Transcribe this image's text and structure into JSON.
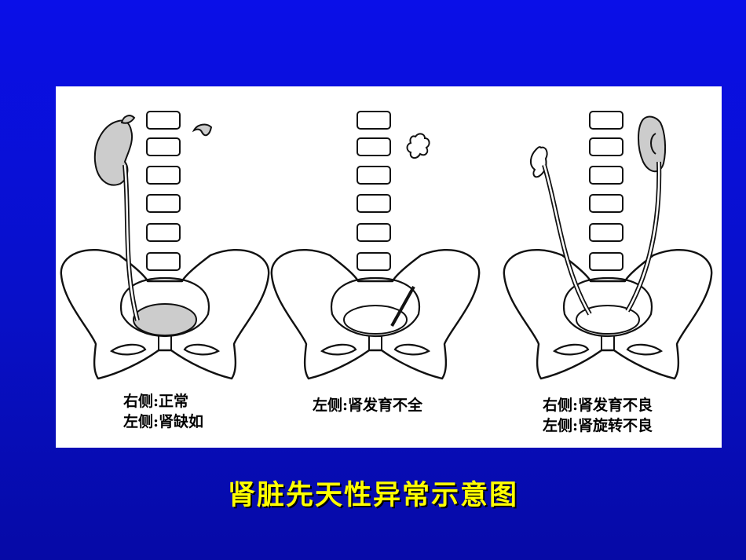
{
  "title": "肾脏先天性异常示意图",
  "panels": [
    {
      "id": "p1",
      "lines": [
        "右侧:正常",
        "左侧:肾缺如"
      ]
    },
    {
      "id": "p2",
      "lines": [
        "左侧:肾发育不全"
      ]
    },
    {
      "id": "p3",
      "lines": [
        "右侧:肾发育不良",
        "左侧:肾旋转不良"
      ]
    }
  ],
  "colors": {
    "background": "#0a0fe8",
    "title": "#ffff00",
    "kidney_fill": "#cccccc"
  }
}
